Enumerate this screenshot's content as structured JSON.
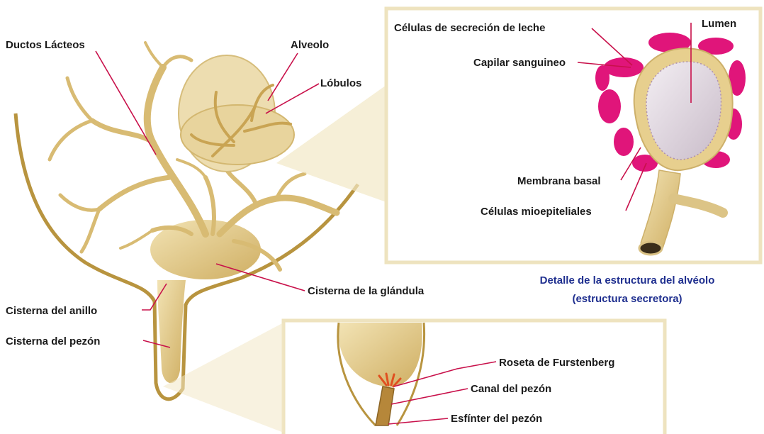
{
  "labels": {
    "ductos": "Ductos Lácteos",
    "alveolo": "Alveolo",
    "lobulos": "Lóbulos",
    "cisterna_glandula": "Cisterna de la glándula",
    "cisterna_anillo": "Cisterna del anillo",
    "cisterna_pezon": "Cisterna del pezón",
    "celulas_secrecion": "Células de secreción de leche",
    "capilar": "Capilar sanguineo",
    "lumen": "Lumen",
    "membrana": "Membrana basal",
    "mioepiteliales": "Células mioepiteliales",
    "roseta": "Roseta de Furstenberg",
    "canal": "Canal del pezón",
    "esfinter": "Esfínter del pezón"
  },
  "caption": {
    "line1": "Detalle de la estructura del alvéolo",
    "line2": "(estructura secretora)"
  },
  "colors": {
    "tissue": "#e9d49a",
    "tissue_dark": "#c7a65a",
    "capillary": "#e0157a",
    "lumen": "#e6dbe6",
    "leader": "#c8104a",
    "caption": "#1f2f8f",
    "frame": "#eee3bf"
  }
}
